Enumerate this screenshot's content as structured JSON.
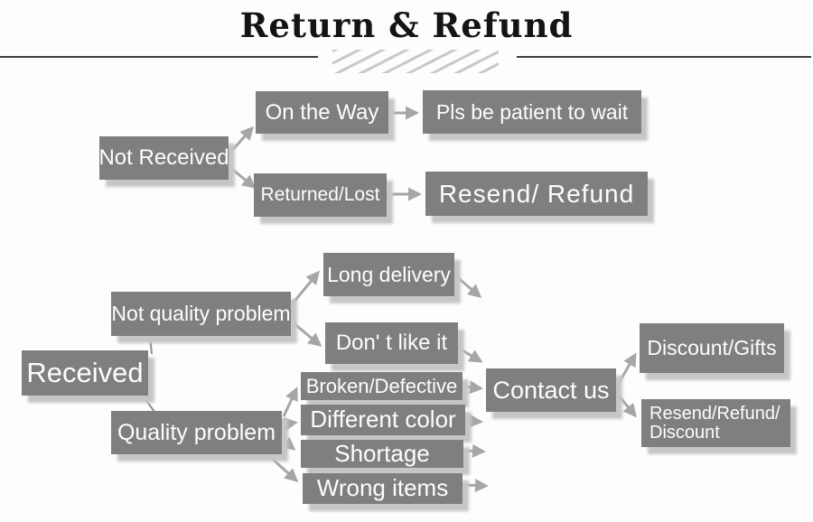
{
  "title": "Return & Refund",
  "colors": {
    "box": "#7f7f7f",
    "box_text": "#fdfdfd",
    "arrow": "#a6a6a6",
    "shadow": "#c6c6c6",
    "rule": "#3d3d3d",
    "hatch": "#c8c8c8",
    "background": "#fdfdfd"
  },
  "nodes": {
    "not_received": "Not Received",
    "on_the_way": "On the Way",
    "pls_be_patient": "Pls be patient to wait",
    "returned_lost": "Returned/Lost",
    "resend_refund": "Resend/ Refund",
    "received": "Received",
    "not_quality_problem": "Not quality problem",
    "long_delivery": "Long delivery",
    "dont_like_it": "Don' t like it",
    "quality_problem": "Quality problem",
    "broken_defective": "Broken/Defective",
    "different_color": "Different color",
    "shortage": "Shortage",
    "wrong_items": "Wrong items",
    "contact_us": "Contact us",
    "discount_gifts": "Discount/Gifts",
    "resend_refund_discount": "Resend/Refund/ Discount"
  }
}
